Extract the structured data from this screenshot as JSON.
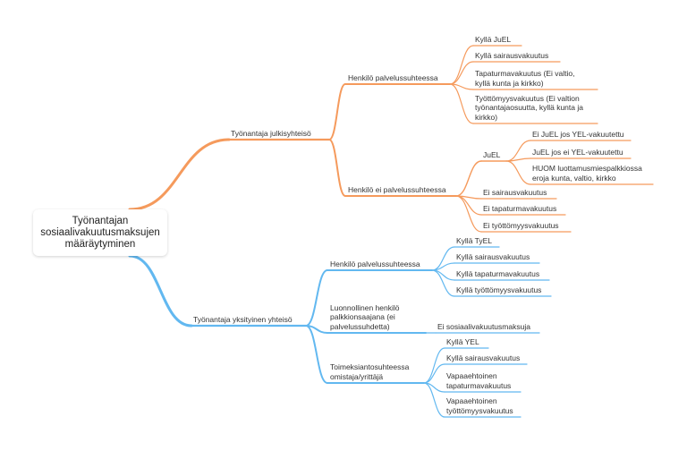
{
  "root": {
    "label": "Työnantajan\nsosiaalivakuutusmaksujen\nmääräytyminen"
  },
  "colors": {
    "public_branch": "#F59A5C",
    "private_branch": "#62B8F0"
  },
  "branches": {
    "public": {
      "label": "Työnantaja julkisyhteisö",
      "employed": {
        "label": "Henkilö palvelussuhteessa",
        "items": [
          "Kyllä JuEL",
          "Kyllä sairausvakuutus",
          "Tapaturmavakuutus (Ei valtio,\nkyllä kunta ja kirkko)",
          "Työttömyysvakuutus (Ei valtion\ntyönantajaosuutta, kyllä kunta ja\nkirkko)"
        ]
      },
      "not_employed": {
        "label": "Henkilö ei palvelussuhteessa",
        "juel": {
          "label": "JuEL",
          "items": [
            "Ei JuEL jos YEL-vakuutettu",
            "JuEL jos ei YEL-vakuutettu",
            "HUOM luottamusmiespalkkiossa\neroja kunta, valtio, kirkko"
          ]
        },
        "items": [
          "Ei sairausvakuutus",
          "Ei tapaturmavakuutus",
          "Ei työttömyysvakuutus"
        ]
      }
    },
    "private": {
      "label": "Työnantaja yksityinen yhteisö",
      "employed": {
        "label": "Henkilö palvelussuhteessa",
        "items": [
          "Kyllä TyEL",
          "Kyllä sairausvakuutus",
          "Kyllä tapaturmavakuutus",
          "Kyllä työttömyysvakuutus"
        ]
      },
      "natural_person": {
        "label": "Luonnollinen henkilö\npalkkionsaajana (ei\npalvelussuhdetta)",
        "items": [
          "Ei sosiaalivakuutusmaksuja"
        ]
      },
      "owner": {
        "label": "Toimeksiantosuhteessa\nomistaja/yrittäjä",
        "items": [
          "Kyllä YEL",
          "Kyllä sairausvakuutus",
          "Vapaaehtoinen\ntapaturmavakuutus",
          "Vapaaehtoinen\ntyöttömyysvakuutus"
        ]
      }
    }
  }
}
